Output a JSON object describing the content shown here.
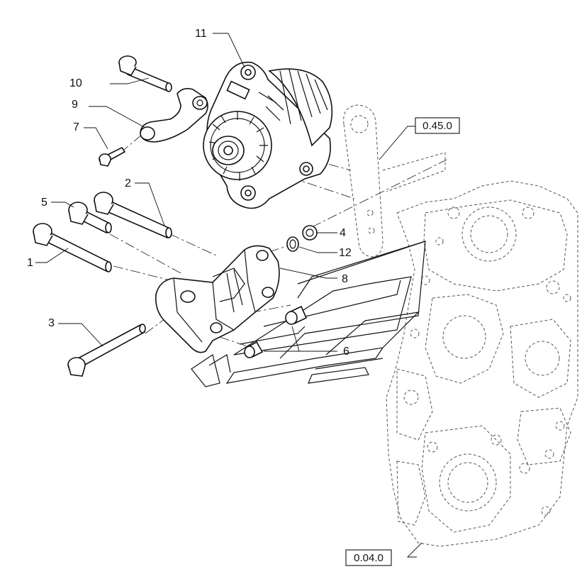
{
  "callouts": [
    {
      "id": "c11",
      "text": "11"
    },
    {
      "id": "c10",
      "text": "10"
    },
    {
      "id": "c9",
      "text": "9"
    },
    {
      "id": "c7",
      "text": "7"
    },
    {
      "id": "c2",
      "text": "2"
    },
    {
      "id": "c5",
      "text": "5"
    },
    {
      "id": "c1",
      "text": "1"
    },
    {
      "id": "c3",
      "text": "3"
    },
    {
      "id": "c4",
      "text": "4"
    },
    {
      "id": "c12",
      "text": "12"
    },
    {
      "id": "c8",
      "text": "8"
    },
    {
      "id": "c6",
      "text": "6"
    }
  ],
  "references": {
    "top": "0.45.0",
    "bottom": "0.04.0"
  }
}
